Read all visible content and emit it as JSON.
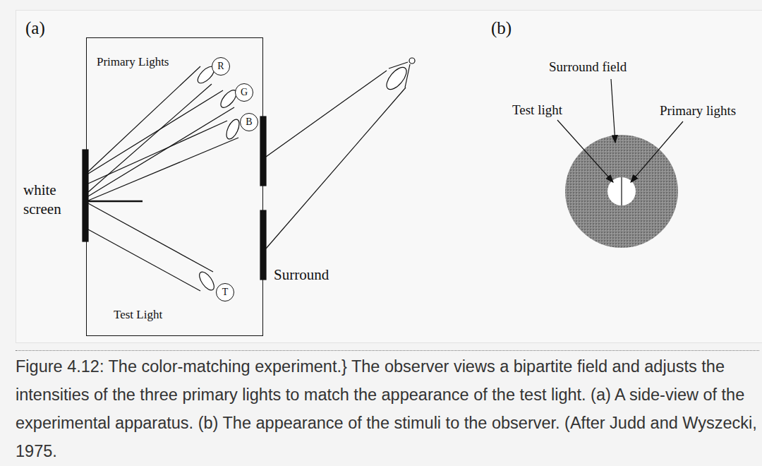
{
  "diagram": {
    "caption": "Figure 4.12: The color-matching experiment.} The observer views a bipartite field and adjusts the intensities of the three primary lights to match the appearance of the test light. (a) A side-view of the experimental apparatus. (b) The appearance of the stimuli to the observer. (After Judd and Wyszecki, 1975.",
    "nodes": [
      {
        "text": [
          "Primary Lights",
          "Test Light"
        ]
      },
      {
        "text": [
          "R"
        ],
        "in": 0
      },
      {
        "text": [
          "G"
        ],
        "in": 0
      },
      {
        "text": [
          "B"
        ],
        "in": 0
      },
      {
        "text": [
          "T"
        ],
        "in": 0
      }
    ],
    "labels": [
      "(a)",
      "(b)",
      "white screen",
      "Surround",
      "Surround field",
      "Test light",
      "Primary lights"
    ]
  }
}
